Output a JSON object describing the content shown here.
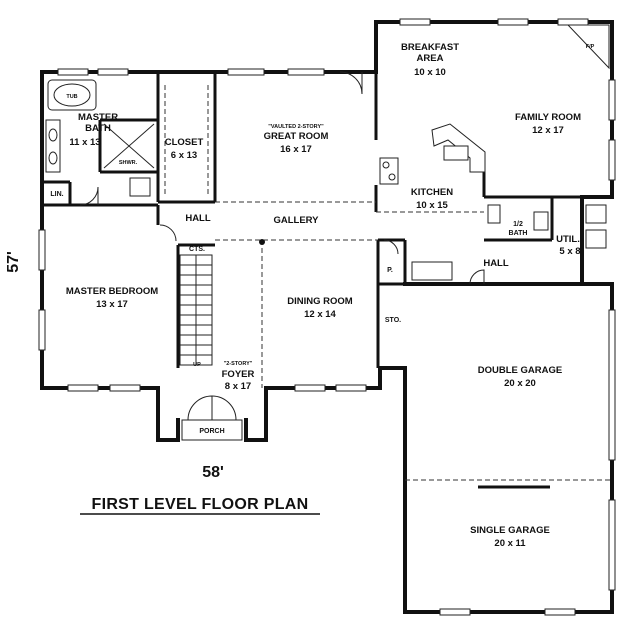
{
  "plan": {
    "title": "FIRST LEVEL FLOOR PLAN",
    "width_dim": "58'",
    "depth_dim": "57'"
  },
  "rooms": {
    "breakfast": {
      "name1": "BREAKFAST",
      "name2": "AREA",
      "size": "10 x 10"
    },
    "family": {
      "name": "FAMILY ROOM",
      "size": "12 x 17"
    },
    "fireplace": {
      "label": "F/P"
    },
    "master_bath": {
      "name1": "MASTER",
      "name2": "BATH",
      "size": "11 x 13"
    },
    "tub": {
      "label": "TUB"
    },
    "shower": {
      "label": "SHWR."
    },
    "closet": {
      "name": "CLOSET",
      "size": "6 x 13"
    },
    "great": {
      "note": "\"VAULTED 2-STORY\"",
      "name": "GREAT ROOM",
      "size": "16 x 17"
    },
    "kitchen": {
      "name": "KITCHEN",
      "size": "10 x 15"
    },
    "linen": {
      "label": "LIN."
    },
    "hall_left": {
      "label": "HALL"
    },
    "gallery": {
      "label": "GALLERY"
    },
    "half_bath": {
      "name": "1/2",
      "name2": "BATH"
    },
    "utility": {
      "name": "UTIL.",
      "size": "5 x 8"
    },
    "closets": {
      "label": "CTS."
    },
    "pantry": {
      "label": "P."
    },
    "hall_right": {
      "label": "HALL"
    },
    "master_bed": {
      "name": "MASTER BEDROOM",
      "size": "13 x 17"
    },
    "dining": {
      "name": "DINING ROOM",
      "size": "12 x 14"
    },
    "storage": {
      "label": "STO."
    },
    "double_garage": {
      "name": "DOUBLE GARAGE",
      "size": "20 x 20"
    },
    "foyer": {
      "note": "\"2-STORY\"",
      "name": "FOYER",
      "size": "8 x 17"
    },
    "stair": {
      "label": "UP"
    },
    "porch": {
      "label": "PORCH"
    },
    "single_garage": {
      "name": "SINGLE GARAGE",
      "size": "20 x 11"
    }
  }
}
